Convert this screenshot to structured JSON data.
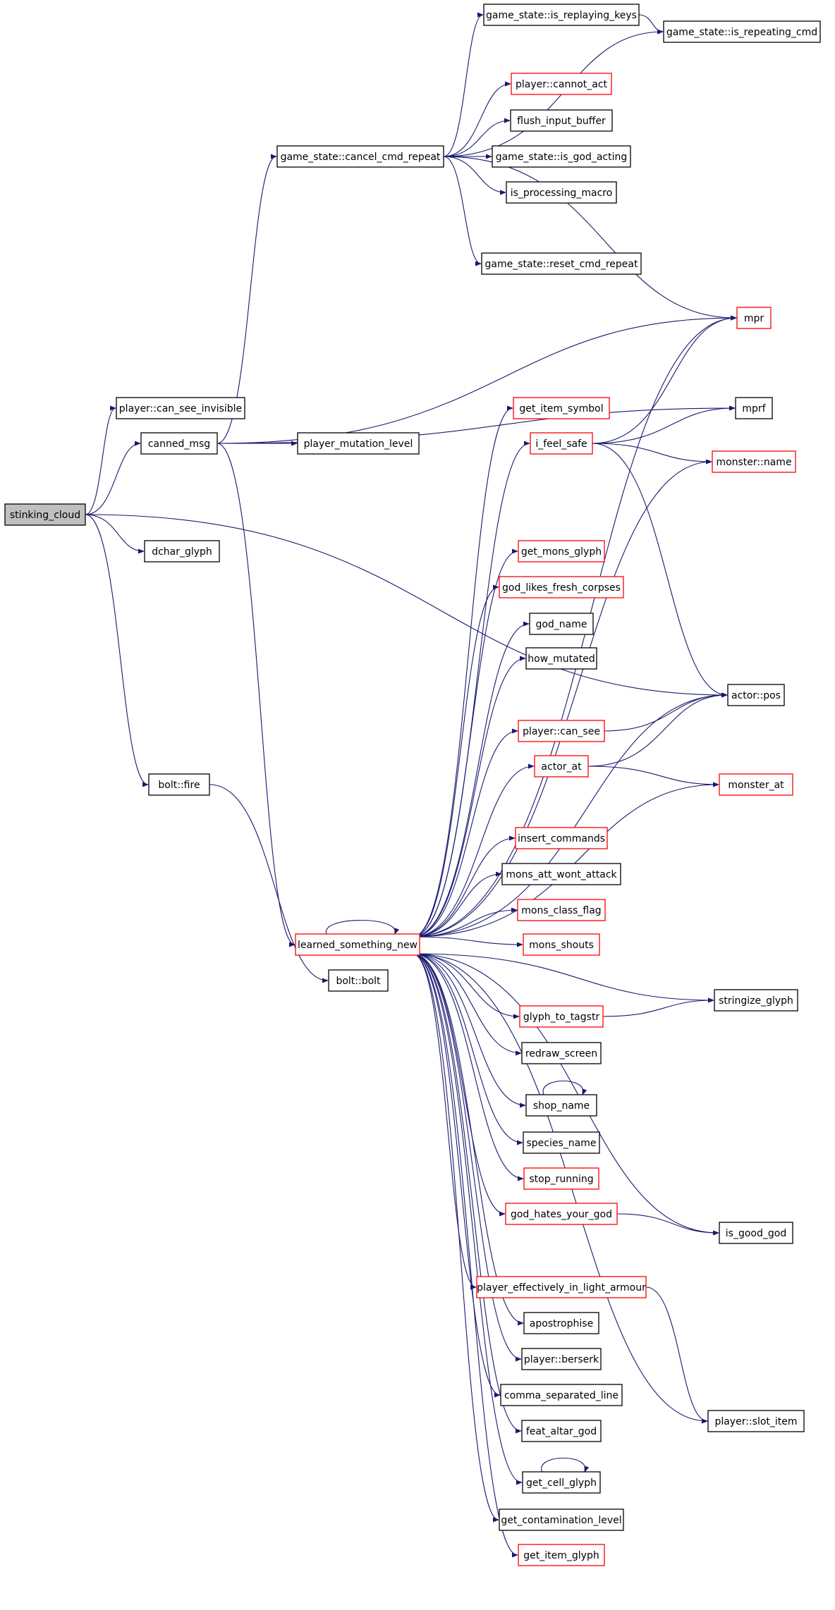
{
  "graph": {
    "title": "",
    "colors": {
      "edge": "#191970",
      "border_normal": "#000000",
      "border_truncated": "#ff0000",
      "root_fill": "#bfbfbf",
      "node_fill": "#ffffff"
    },
    "nodes": [
      {
        "id": "stinking_cloud",
        "label": "stinking_cloud",
        "style": "root"
      },
      {
        "id": "can_see_invisible",
        "label": "player::can_see_invisible",
        "style": "normal"
      },
      {
        "id": "canned_msg",
        "label": "canned_msg",
        "style": "normal"
      },
      {
        "id": "dchar_glyph",
        "label": "dchar_glyph",
        "style": "normal"
      },
      {
        "id": "bolt_fire",
        "label": "bolt::fire",
        "style": "normal"
      },
      {
        "id": "cancel_cmd_repeat",
        "label": "game_state::cancel_cmd_repeat",
        "style": "normal"
      },
      {
        "id": "player_mutation_level",
        "label": "player_mutation_level",
        "style": "normal"
      },
      {
        "id": "learned_something_new",
        "label": "learned_something_new",
        "style": "truncated"
      },
      {
        "id": "bolt_bolt",
        "label": "bolt::bolt",
        "style": "normal"
      },
      {
        "id": "is_replaying_keys",
        "label": "game_state::is_replaying_keys",
        "style": "normal"
      },
      {
        "id": "is_repeating_cmd",
        "label": "game_state::is_repeating_cmd",
        "style": "normal"
      },
      {
        "id": "cannot_act",
        "label": "player::cannot_act",
        "style": "truncated"
      },
      {
        "id": "flush_input_buffer",
        "label": "flush_input_buffer",
        "style": "normal"
      },
      {
        "id": "is_god_acting",
        "label": "game_state::is_god_acting",
        "style": "normal"
      },
      {
        "id": "is_processing_macro",
        "label": "is_processing_macro",
        "style": "normal"
      },
      {
        "id": "reset_cmd_repeat",
        "label": "game_state::reset_cmd_repeat",
        "style": "normal"
      },
      {
        "id": "mpr",
        "label": "mpr",
        "style": "truncated"
      },
      {
        "id": "mprf",
        "label": "mprf",
        "style": "normal"
      },
      {
        "id": "get_item_symbol",
        "label": "get_item_symbol",
        "style": "truncated"
      },
      {
        "id": "i_feel_safe",
        "label": "i_feel_safe",
        "style": "truncated"
      },
      {
        "id": "monster_name",
        "label": "monster::name",
        "style": "truncated"
      },
      {
        "id": "get_mons_glyph",
        "label": "get_mons_glyph",
        "style": "truncated"
      },
      {
        "id": "god_likes_fresh_corpses",
        "label": "god_likes_fresh_corpses",
        "style": "truncated"
      },
      {
        "id": "god_name",
        "label": "god_name",
        "style": "normal"
      },
      {
        "id": "how_mutated",
        "label": "how_mutated",
        "style": "normal"
      },
      {
        "id": "actor_pos",
        "label": "actor::pos",
        "style": "normal"
      },
      {
        "id": "player_can_see",
        "label": "player::can_see",
        "style": "truncated"
      },
      {
        "id": "actor_at",
        "label": "actor_at",
        "style": "truncated"
      },
      {
        "id": "monster_at",
        "label": "monster_at",
        "style": "truncated"
      },
      {
        "id": "insert_commands",
        "label": "insert_commands",
        "style": "truncated"
      },
      {
        "id": "mons_att_wont_attack",
        "label": "mons_att_wont_attack",
        "style": "normal"
      },
      {
        "id": "mons_class_flag",
        "label": "mons_class_flag",
        "style": "truncated"
      },
      {
        "id": "mons_shouts",
        "label": "mons_shouts",
        "style": "truncated"
      },
      {
        "id": "stringize_glyph",
        "label": "stringize_glyph",
        "style": "normal"
      },
      {
        "id": "glyph_to_tagstr",
        "label": "glyph_to_tagstr",
        "style": "truncated"
      },
      {
        "id": "redraw_screen",
        "label": "redraw_screen",
        "style": "normal"
      },
      {
        "id": "shop_name",
        "label": "shop_name",
        "style": "normal"
      },
      {
        "id": "species_name",
        "label": "species_name",
        "style": "normal"
      },
      {
        "id": "stop_running",
        "label": "stop_running",
        "style": "truncated"
      },
      {
        "id": "god_hates_your_god",
        "label": "god_hates_your_god",
        "style": "truncated"
      },
      {
        "id": "is_good_god",
        "label": "is_good_god",
        "style": "normal"
      },
      {
        "id": "light_armour",
        "label": "player_effectively_in_light_armour",
        "style": "truncated"
      },
      {
        "id": "apostrophise",
        "label": "apostrophise",
        "style": "normal"
      },
      {
        "id": "player_berserk",
        "label": "player::berserk",
        "style": "normal"
      },
      {
        "id": "comma_separated_line",
        "label": "comma_separated_line",
        "style": "normal"
      },
      {
        "id": "player_slot_item",
        "label": "player::slot_item",
        "style": "normal"
      },
      {
        "id": "feat_altar_god",
        "label": "feat_altar_god",
        "style": "normal"
      },
      {
        "id": "get_cell_glyph",
        "label": "get_cell_glyph",
        "style": "normal"
      },
      {
        "id": "get_contamination_level",
        "label": "get_contamination_level",
        "style": "normal"
      },
      {
        "id": "get_item_glyph",
        "label": "get_item_glyph",
        "style": "truncated"
      }
    ],
    "edges": [
      [
        "stinking_cloud",
        "can_see_invisible"
      ],
      [
        "stinking_cloud",
        "canned_msg"
      ],
      [
        "stinking_cloud",
        "actor_pos"
      ],
      [
        "stinking_cloud",
        "dchar_glyph"
      ],
      [
        "stinking_cloud",
        "bolt_fire"
      ],
      [
        "canned_msg",
        "cancel_cmd_repeat"
      ],
      [
        "canned_msg",
        "mpr"
      ],
      [
        "canned_msg",
        "mprf"
      ],
      [
        "canned_msg",
        "player_mutation_level"
      ],
      [
        "canned_msg",
        "learned_something_new"
      ],
      [
        "bolt_fire",
        "bolt_bolt"
      ],
      [
        "cancel_cmd_repeat",
        "is_replaying_keys"
      ],
      [
        "cancel_cmd_repeat",
        "is_repeating_cmd"
      ],
      [
        "cancel_cmd_repeat",
        "cannot_act"
      ],
      [
        "cancel_cmd_repeat",
        "flush_input_buffer"
      ],
      [
        "cancel_cmd_repeat",
        "is_god_acting"
      ],
      [
        "cancel_cmd_repeat",
        "is_processing_macro"
      ],
      [
        "cancel_cmd_repeat",
        "reset_cmd_repeat"
      ],
      [
        "cancel_cmd_repeat",
        "mpr"
      ],
      [
        "is_replaying_keys",
        "is_repeating_cmd"
      ],
      [
        "i_feel_safe",
        "mpr"
      ],
      [
        "i_feel_safe",
        "mprf"
      ],
      [
        "i_feel_safe",
        "monster_name"
      ],
      [
        "i_feel_safe",
        "actor_pos"
      ],
      [
        "player_can_see",
        "actor_pos"
      ],
      [
        "actor_at",
        "actor_pos"
      ],
      [
        "actor_at",
        "monster_at"
      ],
      [
        "glyph_to_tagstr",
        "stringize_glyph"
      ],
      [
        "shop_name",
        "shop_name"
      ],
      [
        "god_hates_your_god",
        "is_good_god"
      ],
      [
        "light_armour",
        "player_slot_item"
      ],
      [
        "get_cell_glyph",
        "get_cell_glyph"
      ],
      [
        "learned_something_new",
        "mpr"
      ],
      [
        "learned_something_new",
        "get_item_symbol"
      ],
      [
        "learned_something_new",
        "i_feel_safe"
      ],
      [
        "learned_something_new",
        "monster_name"
      ],
      [
        "learned_something_new",
        "get_mons_glyph"
      ],
      [
        "learned_something_new",
        "god_likes_fresh_corpses"
      ],
      [
        "learned_something_new",
        "god_name"
      ],
      [
        "learned_something_new",
        "how_mutated"
      ],
      [
        "learned_something_new",
        "actor_pos"
      ],
      [
        "learned_something_new",
        "player_can_see"
      ],
      [
        "learned_something_new",
        "actor_at"
      ],
      [
        "learned_something_new",
        "monster_at"
      ],
      [
        "learned_something_new",
        "insert_commands"
      ],
      [
        "learned_something_new",
        "mons_att_wont_attack"
      ],
      [
        "learned_something_new",
        "mons_class_flag"
      ],
      [
        "learned_something_new",
        "learned_something_new"
      ],
      [
        "learned_something_new",
        "mons_shouts"
      ],
      [
        "learned_something_new",
        "stringize_glyph"
      ],
      [
        "learned_something_new",
        "glyph_to_tagstr"
      ],
      [
        "learned_something_new",
        "redraw_screen"
      ],
      [
        "learned_something_new",
        "shop_name"
      ],
      [
        "learned_something_new",
        "species_name"
      ],
      [
        "learned_something_new",
        "stop_running"
      ],
      [
        "learned_something_new",
        "god_hates_your_god"
      ],
      [
        "learned_something_new",
        "is_good_god"
      ],
      [
        "learned_something_new",
        "light_armour"
      ],
      [
        "learned_something_new",
        "apostrophise"
      ],
      [
        "learned_something_new",
        "player_berserk"
      ],
      [
        "learned_something_new",
        "comma_separated_line"
      ],
      [
        "learned_something_new",
        "feat_altar_god"
      ],
      [
        "learned_something_new",
        "get_cell_glyph"
      ],
      [
        "learned_something_new",
        "get_contamination_level"
      ],
      [
        "learned_something_new",
        "get_item_glyph"
      ],
      [
        "learned_something_new",
        "player_slot_item"
      ]
    ]
  }
}
